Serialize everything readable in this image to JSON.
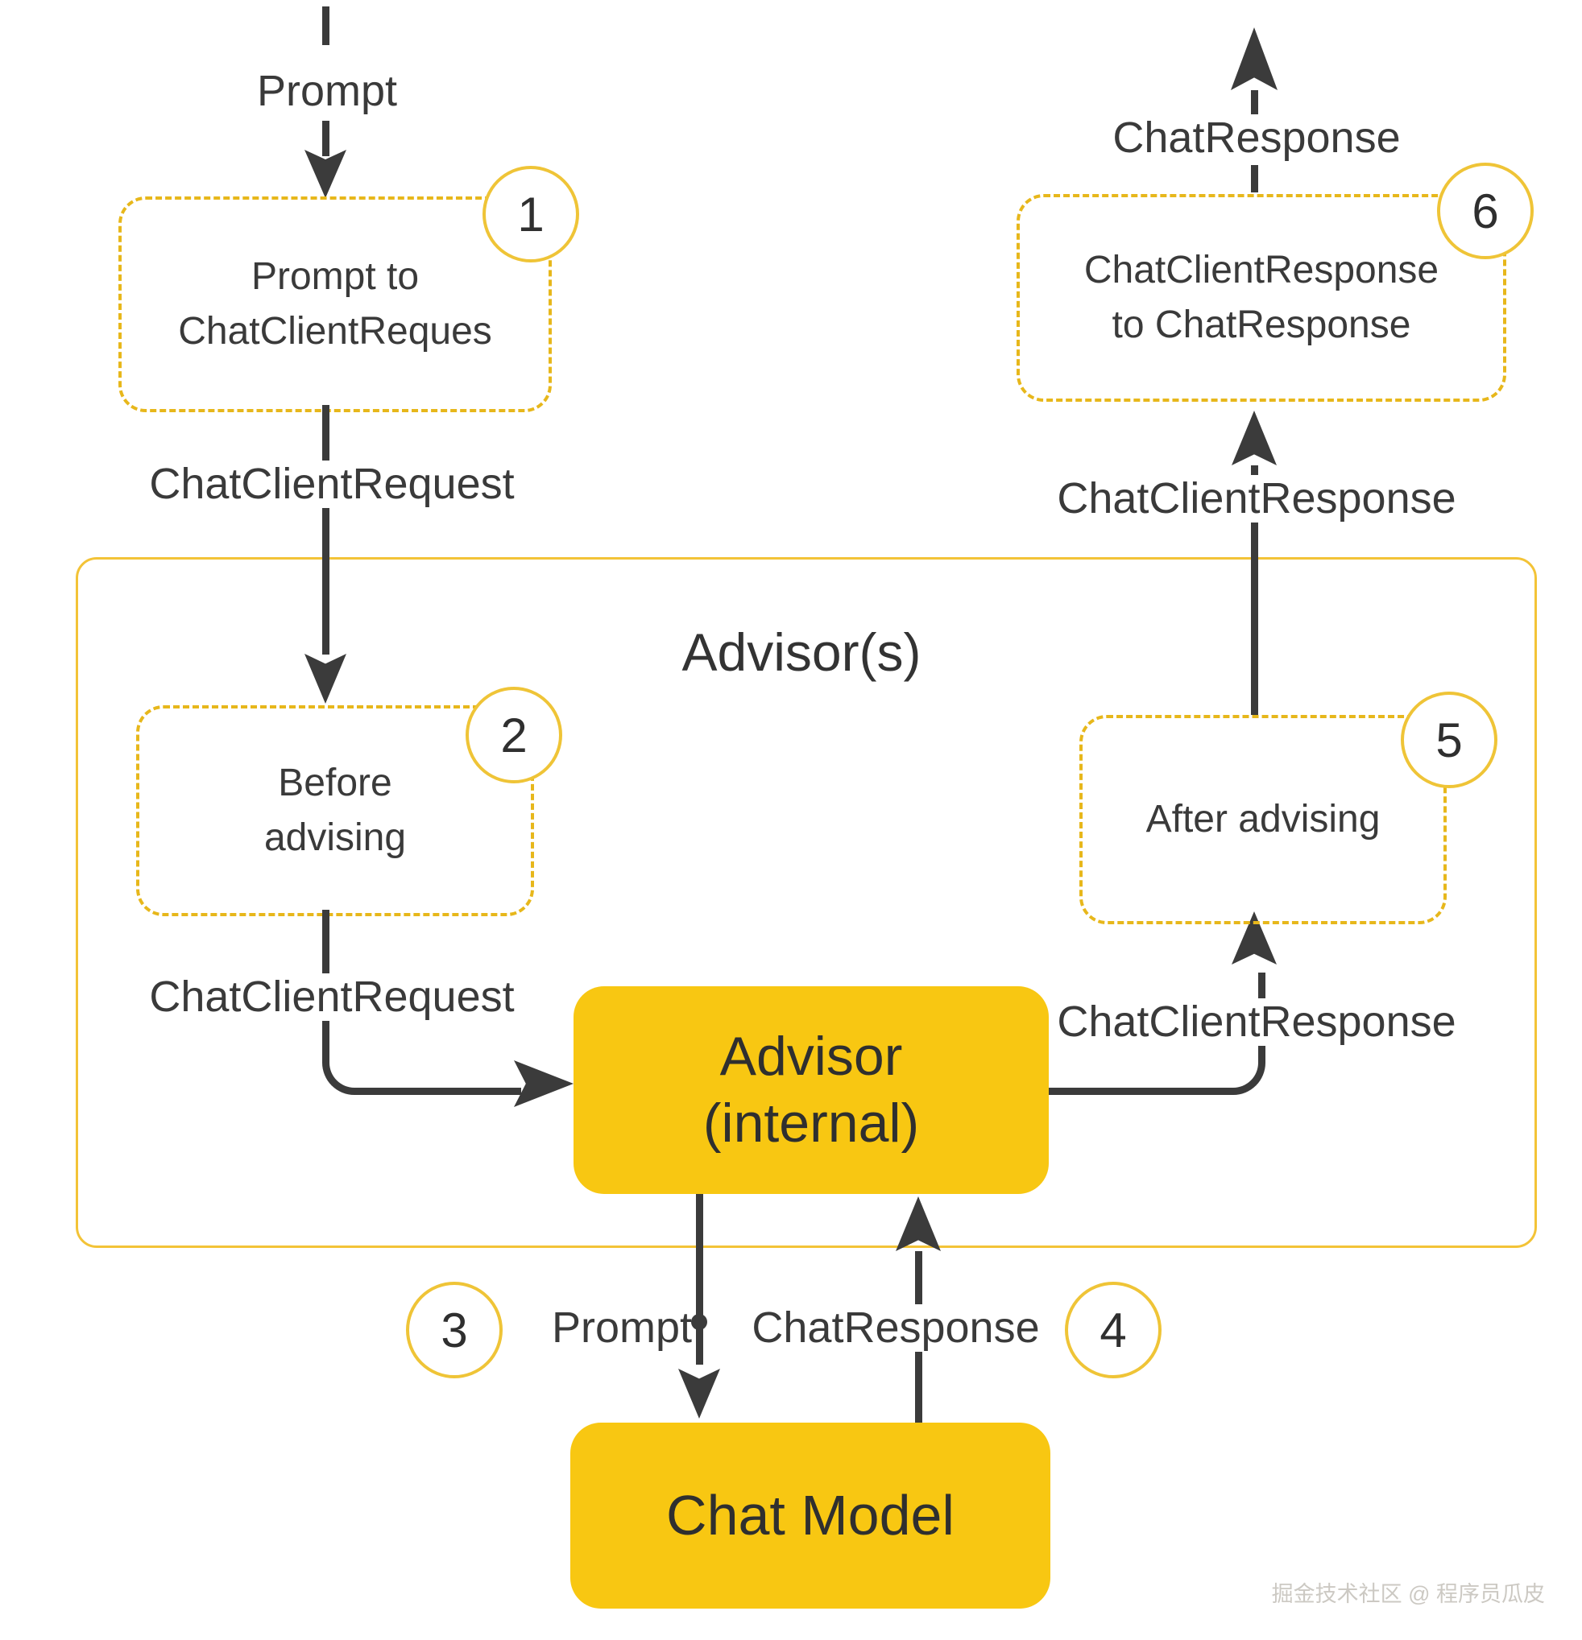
{
  "diagram": {
    "container_title": "Advisor(s)",
    "labels": {
      "prompt_top": "Prompt",
      "chat_client_request_1": "ChatClientRequest",
      "chat_client_request_2": "ChatClientRequest",
      "chat_client_response_inner": "ChatClientResponse",
      "chat_client_response_outer": "ChatClientResponse",
      "chat_response_top": "ChatResponse",
      "prompt_bottom": "Prompt",
      "chat_response_bottom": "ChatResponse"
    },
    "boxes": {
      "box1": {
        "line1": "Prompt to",
        "line2": "ChatClientReques",
        "step": "1"
      },
      "box2": {
        "line1": "Before",
        "line2": "advising",
        "step": "2"
      },
      "box5": {
        "line1": "After advising",
        "step": "5"
      },
      "box6": {
        "line1": "ChatClientResponse",
        "line2": "to ChatResponse",
        "step": "6"
      },
      "advisor_internal": {
        "line1": "Advisor",
        "line2": "(internal)"
      },
      "chat_model": {
        "line1": "Chat Model"
      }
    },
    "steps": {
      "s3": "3",
      "s4": "4"
    },
    "colors": {
      "box_fill": "#f8c712",
      "dashed_border": "#e7b71b",
      "container_border": "#f3c337",
      "circle_border": "#efc437",
      "line": "#3b3b3b",
      "text": "#333333",
      "watermark_text": "#ccc9c3"
    },
    "watermark": "掘金技术社区 @ 程序员瓜皮"
  }
}
